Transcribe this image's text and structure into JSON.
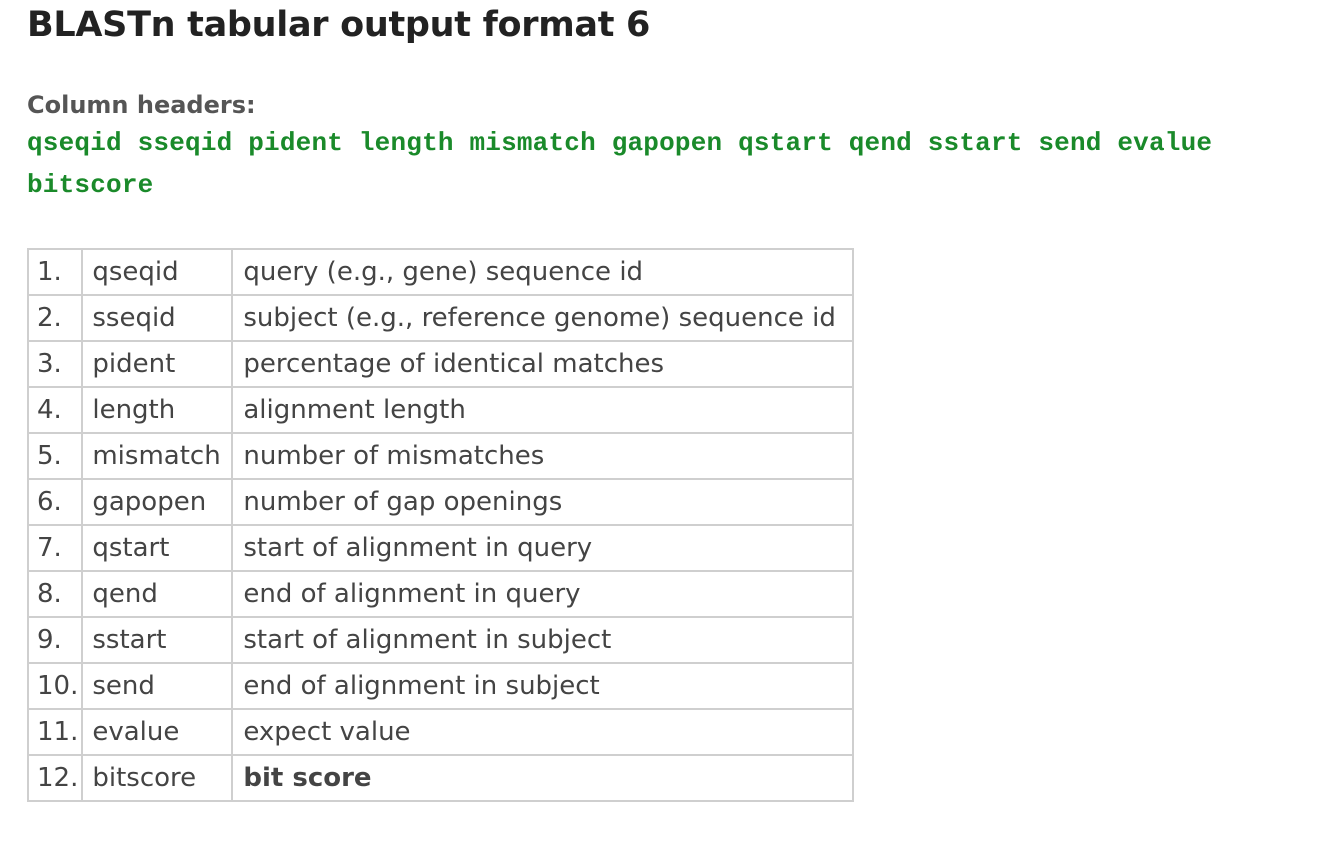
{
  "title": "BLASTn tabular output format 6",
  "column_headers_label": "Column headers:",
  "column_headers_line": "qseqid sseqid pident length mismatch gapopen qstart qend sstart send evalue bitscore",
  "colors": {
    "code_text": "#1a8a2a",
    "heading_text": "#222222",
    "table_border": "#cfcfcf"
  },
  "table": {
    "rows": [
      {
        "num": "1.",
        "name": "qseqid",
        "desc": "query (e.g., gene) sequence id"
      },
      {
        "num": "2.",
        "name": "sseqid",
        "desc": "subject (e.g., reference genome) sequence id"
      },
      {
        "num": "3.",
        "name": "pident",
        "desc": "percentage of identical matches"
      },
      {
        "num": "4.",
        "name": "length",
        "desc": "alignment length"
      },
      {
        "num": "5.",
        "name": "mismatch",
        "desc": "number of mismatches"
      },
      {
        "num": "6.",
        "name": "gapopen",
        "desc": "number of gap openings"
      },
      {
        "num": "7.",
        "name": "qstart",
        "desc": "start of alignment in query"
      },
      {
        "num": "8.",
        "name": "qend",
        "desc": "end of alignment in query"
      },
      {
        "num": "9.",
        "name": "sstart",
        "desc": "start of alignment in subject"
      },
      {
        "num": "10.",
        "name": "send",
        "desc": "end of alignment in subject"
      },
      {
        "num": "11.",
        "name": "evalue",
        "desc": "expect value"
      },
      {
        "num": "12.",
        "name": "bitscore",
        "desc": "bit score"
      }
    ]
  }
}
